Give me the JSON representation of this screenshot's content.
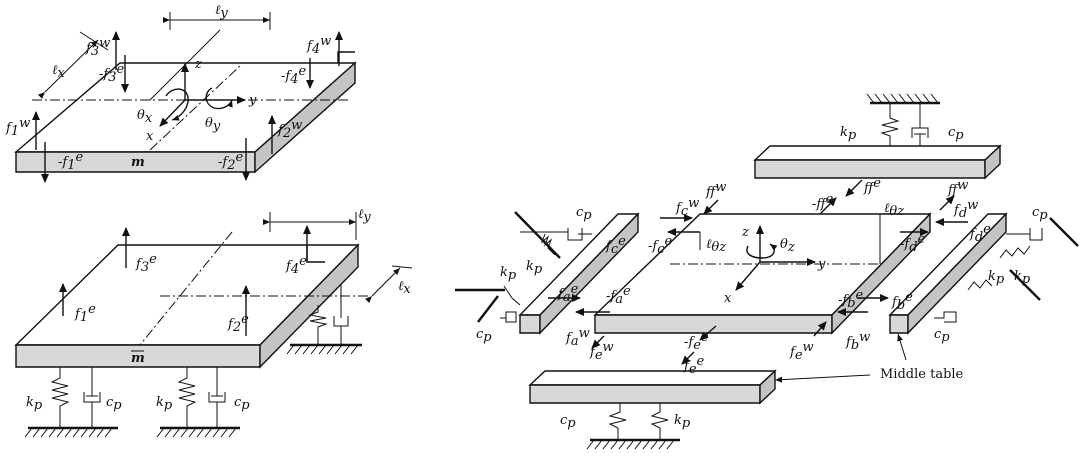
{
  "labels": {
    "ly": "ℓ",
    "ly_sub": "y",
    "lx": "ℓ",
    "lx_sub": "x",
    "lbar_y": "ℓ",
    "lbar_x": "ℓ",
    "z": "z",
    "y": "y",
    "x": "x",
    "theta": "θ",
    "theta_x_sub": "x",
    "theta_y_sub": "y",
    "theta_z_sub": "z",
    "l_theta_z": "ℓ",
    "l_theta_z_sub": "θz",
    "lbar_theta_z": "ℓ",
    "mass_top": "m",
    "mass_bottom": "m",
    "kp": "k",
    "cp": "c",
    "p": "p",
    "f": "f",
    "neg_f": "-f",
    "w": "w",
    "e": "e",
    "middle_table": "Middle table"
  }
}
